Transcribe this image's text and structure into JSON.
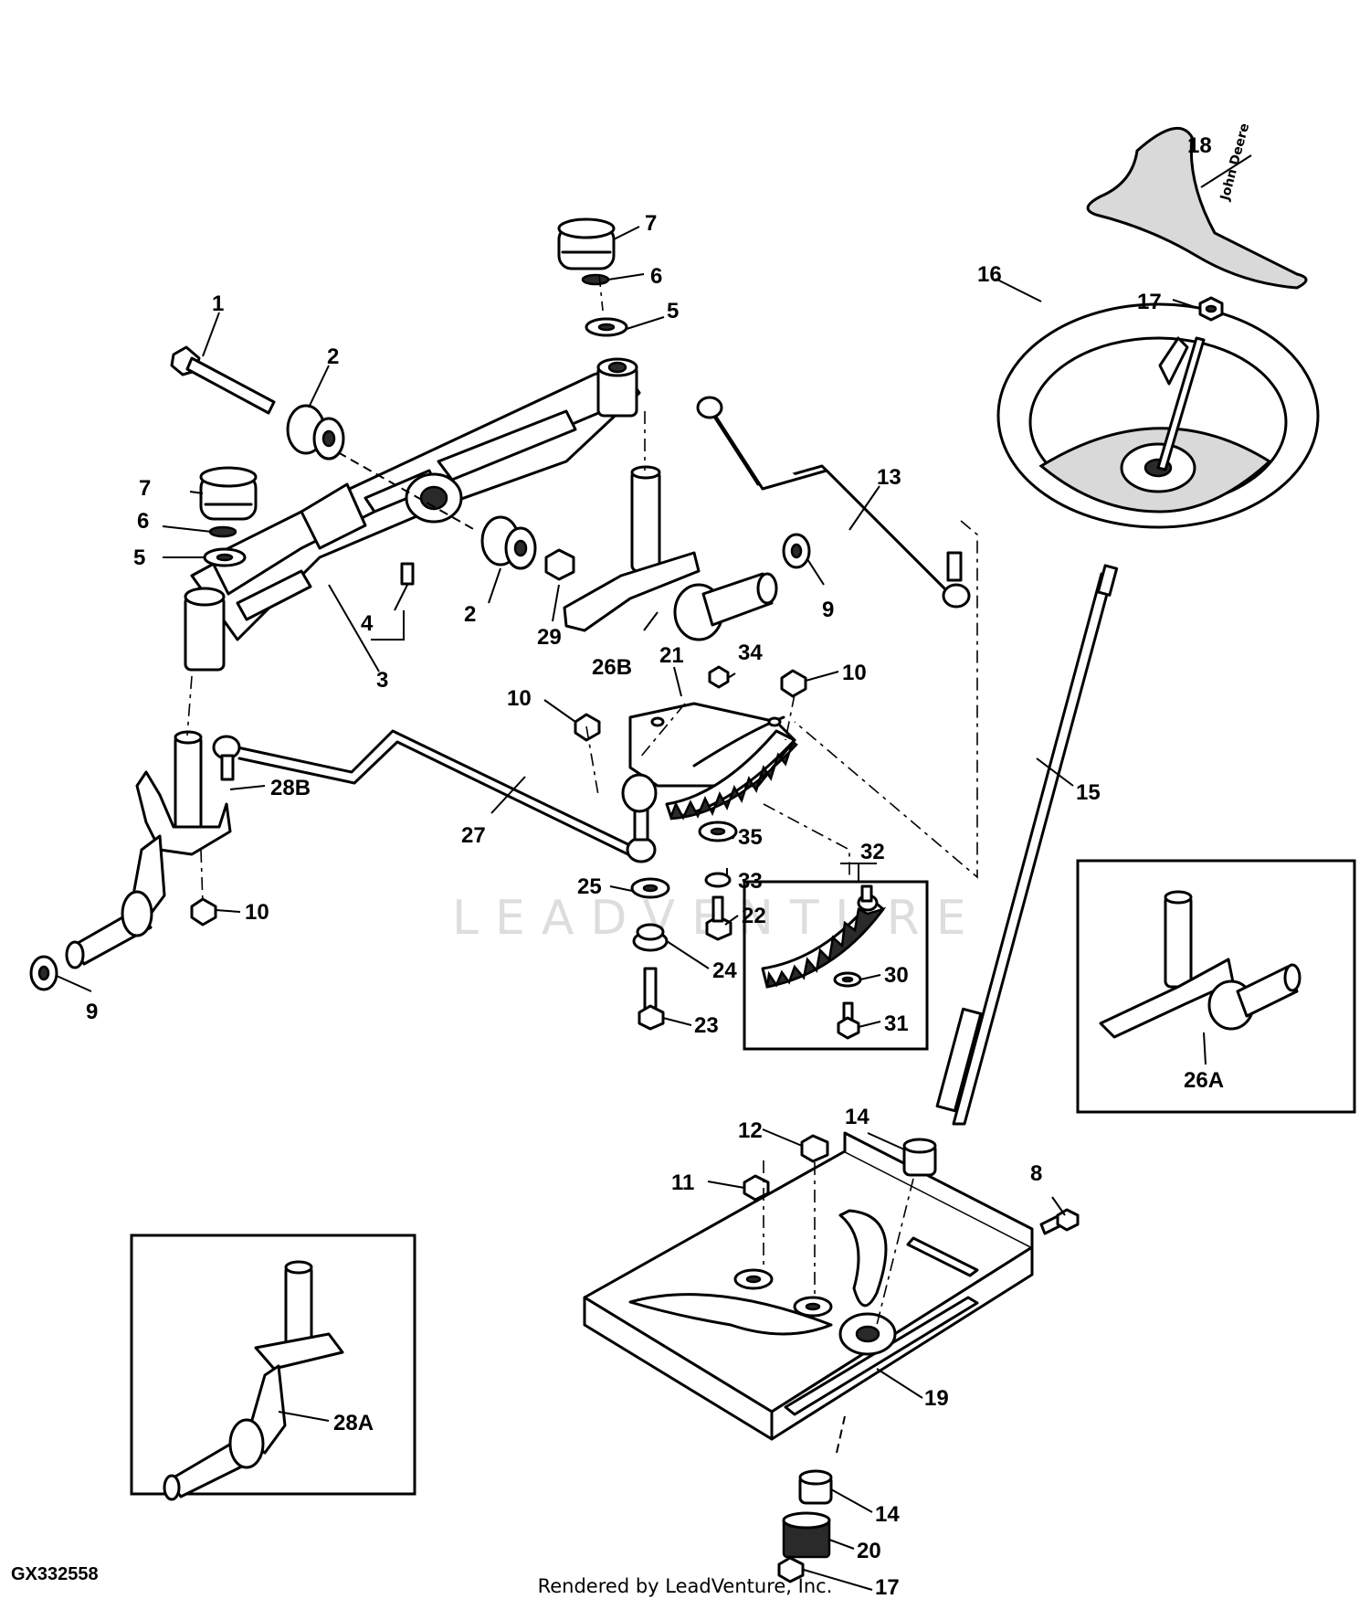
{
  "diagram": {
    "figure_id": "GX332558",
    "render_credit": "Rendered by LeadVenture, Inc.",
    "watermark": "LEADVENTURE",
    "steering_wheel_logo": "John Deere",
    "callouts": [
      {
        "id": "c1",
        "text": "1"
      },
      {
        "id": "c2a",
        "text": "2"
      },
      {
        "id": "c2b",
        "text": "2"
      },
      {
        "id": "c3",
        "text": "3"
      },
      {
        "id": "c4",
        "text": "4"
      },
      {
        "id": "c5a",
        "text": "5"
      },
      {
        "id": "c5b",
        "text": "5"
      },
      {
        "id": "c6a",
        "text": "6"
      },
      {
        "id": "c6b",
        "text": "6"
      },
      {
        "id": "c7a",
        "text": "7"
      },
      {
        "id": "c7b",
        "text": "7"
      },
      {
        "id": "c8",
        "text": "8"
      },
      {
        "id": "c9a",
        "text": "9"
      },
      {
        "id": "c9b",
        "text": "9"
      },
      {
        "id": "c10a",
        "text": "10"
      },
      {
        "id": "c10b",
        "text": "10"
      },
      {
        "id": "c10c",
        "text": "10"
      },
      {
        "id": "c11",
        "text": "11"
      },
      {
        "id": "c12",
        "text": "12"
      },
      {
        "id": "c13",
        "text": "13"
      },
      {
        "id": "c14a",
        "text": "14"
      },
      {
        "id": "c14b",
        "text": "14"
      },
      {
        "id": "c15",
        "text": "15"
      },
      {
        "id": "c16",
        "text": "16"
      },
      {
        "id": "c17a",
        "text": "17"
      },
      {
        "id": "c17b",
        "text": "17"
      },
      {
        "id": "c18",
        "text": "18"
      },
      {
        "id": "c19",
        "text": "19"
      },
      {
        "id": "c20",
        "text": "20"
      },
      {
        "id": "c21",
        "text": "21"
      },
      {
        "id": "c22",
        "text": "22"
      },
      {
        "id": "c23",
        "text": "23"
      },
      {
        "id": "c24",
        "text": "24"
      },
      {
        "id": "c25",
        "text": "25"
      },
      {
        "id": "c26a",
        "text": "26A"
      },
      {
        "id": "c26b",
        "text": "26B"
      },
      {
        "id": "c27",
        "text": "27"
      },
      {
        "id": "c28a",
        "text": "28A"
      },
      {
        "id": "c28b",
        "text": "28B"
      },
      {
        "id": "c29",
        "text": "29"
      },
      {
        "id": "c30",
        "text": "30"
      },
      {
        "id": "c31",
        "text": "31"
      },
      {
        "id": "c32",
        "text": "32"
      },
      {
        "id": "c33",
        "text": "33"
      },
      {
        "id": "c34",
        "text": "34"
      },
      {
        "id": "c35",
        "text": "35"
      }
    ]
  }
}
